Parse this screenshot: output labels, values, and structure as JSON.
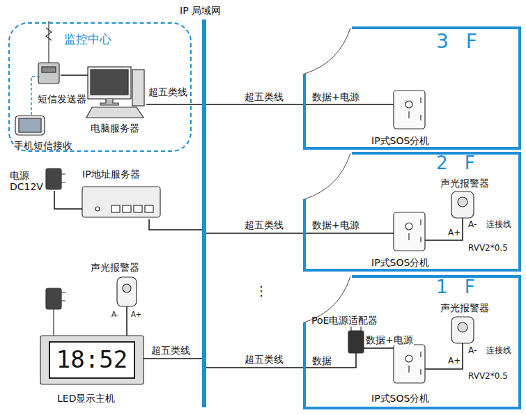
{
  "diagram": {
    "nodes": [
      {
        "text": [
          "监控中心"
        ]
      },
      {
        "text": [
          "短信发送器"
        ],
        "in": 0
      },
      {
        "text": [
          "电脑服务器"
        ],
        "in": 0
      },
      {
        "text": [
          "手机短信接收"
        ],
        "in": 0
      },
      {
        "text": [
          "IP 局域网"
        ]
      },
      {
        "text": [
          "电源 DC12V"
        ]
      },
      {
        "text": [
          "IP地址服务器"
        ]
      },
      {
        "text": [
          "声光报警器"
        ]
      },
      {
        "text": [
          "18:52",
          "LED显示主机"
        ]
      },
      {
        "text": [
          "3 F"
        ]
      },
      {
        "text": [
          "IP式SOS分机"
        ],
        "in": 9
      },
      {
        "text": [
          "2 F"
        ]
      },
      {
        "text": [
          "IP式SOS分机"
        ],
        "in": 11
      },
      {
        "text": [
          "声光报警器"
        ],
        "in": 11
      },
      {
        "text": [
          "1 F"
        ]
      },
      {
        "text": [
          "PoE电源适配器"
        ],
        "in": 14
      },
      {
        "text": [
          "IP式SOS分机"
        ],
        "in": 14
      },
      {
        "text": [
          "声光报警器"
        ],
        "in": 14
      }
    ],
    "edges": [
      {
        "from": 1,
        "to": 2,
        "arrow": "none"
      },
      {
        "from": 1,
        "to": 3,
        "arrow": "none"
      },
      {
        "from": 2,
        "to": 4,
        "label": "超五类线",
        "arrow": "none"
      },
      {
        "from": 5,
        "to": 6,
        "arrow": "none"
      },
      {
        "from": 6,
        "to": 4,
        "arrow": "none"
      },
      {
        "from": 7,
        "to": 8,
        "arrow": "none"
      },
      {
        "from": 8,
        "to": 4,
        "label": "超五类线",
        "arrow": "none"
      },
      {
        "from": 4,
        "to": 10,
        "label": "超五类线",
        "arrow": "none"
      },
      {
        "from": 4,
        "to": 12,
        "label": "超五类线",
        "arrow": "none"
      },
      {
        "from": 12,
        "to": 13,
        "arrow": "none"
      },
      {
        "from": 4,
        "to": 15,
        "label": "超五类线",
        "arrow": "none"
      },
      {
        "from": 15,
        "to": 16,
        "label": "数据+电源",
        "arrow": "none"
      },
      {
        "from": 16,
        "to": 17,
        "arrow": "none"
      }
    ],
    "labels": [
      "数据+电源",
      "数据+电源",
      "A+",
      "A-",
      "连接线",
      "RVV2*0.5",
      "⋮",
      "数据",
      "A+",
      "A-",
      "连接线",
      "RVV2*0.5",
      "A-",
      "A+"
    ]
  }
}
